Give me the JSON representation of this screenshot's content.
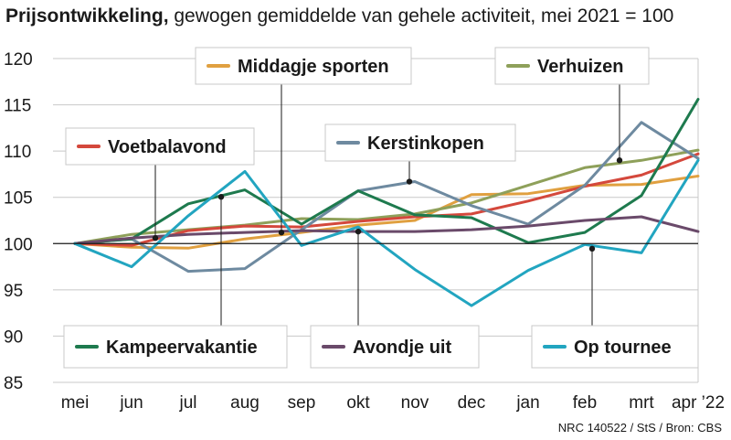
{
  "title": {
    "bold": "Prijsontwikkeling,",
    "rest": " gewogen gemiddelde van gehele activiteit, mei 2021 = 100"
  },
  "source": "NRC 140522 / StS / Bron: CBS",
  "chart_data": {
    "type": "line",
    "categories": [
      "mei",
      "jun",
      "jul",
      "aug",
      "sep",
      "okt",
      "nov",
      "dec",
      "jan",
      "feb",
      "mrt",
      "apr ’22"
    ],
    "ylim": [
      85,
      120
    ],
    "yticks": [
      85,
      90,
      95,
      100,
      105,
      110,
      115,
      120
    ],
    "baseline": 100,
    "grid": true,
    "series": [
      {
        "name": "Middagje sporten",
        "color": "#e0a040",
        "legend_pos": "top-center",
        "values": [
          100,
          99.6,
          99.5,
          100.5,
          101.2,
          102.0,
          102.5,
          105.3,
          105.4,
          106.3,
          106.4,
          107.3
        ]
      },
      {
        "name": "Verhuizen",
        "color": "#8ea05a",
        "legend_pos": "top-right",
        "values": [
          100,
          101.0,
          101.5,
          102.0,
          102.7,
          102.6,
          103.2,
          104.4,
          106.3,
          108.2,
          109.0,
          110.1
        ]
      },
      {
        "name": "Voetbalavond",
        "color": "#d4483c",
        "legend_pos": "upper-left",
        "values": [
          100,
          99.8,
          101.4,
          101.9,
          101.8,
          102.4,
          102.9,
          103.2,
          104.6,
          106.2,
          107.4,
          109.7
        ]
      },
      {
        "name": "Kerstinkopen",
        "color": "#6e8aa0",
        "legend_pos": "upper-center",
        "values": [
          100,
          100.5,
          97.0,
          97.3,
          101.5,
          105.7,
          106.7,
          104.1,
          102.1,
          106.3,
          113.1,
          109.2
        ]
      },
      {
        "name": "Kampeervakantie",
        "color": "#1e7a4e",
        "legend_pos": "bottom-left",
        "values": [
          100,
          100.5,
          104.3,
          105.8,
          102.1,
          105.7,
          103.1,
          102.8,
          100.1,
          101.2,
          105.2,
          115.6
        ]
      },
      {
        "name": "Avondje uit",
        "color": "#6a4a6a",
        "legend_pos": "bottom-center",
        "values": [
          100,
          100.6,
          101.0,
          101.2,
          101.4,
          101.3,
          101.3,
          101.5,
          101.9,
          102.5,
          102.9,
          101.3
        ]
      },
      {
        "name": "Op tournee",
        "color": "#22a5c0",
        "legend_pos": "bottom-right",
        "values": [
          100,
          97.5,
          103.0,
          107.8,
          99.8,
          101.8,
          97.2,
          93.3,
          97.1,
          99.9,
          99.0,
          109.0
        ]
      }
    ]
  }
}
